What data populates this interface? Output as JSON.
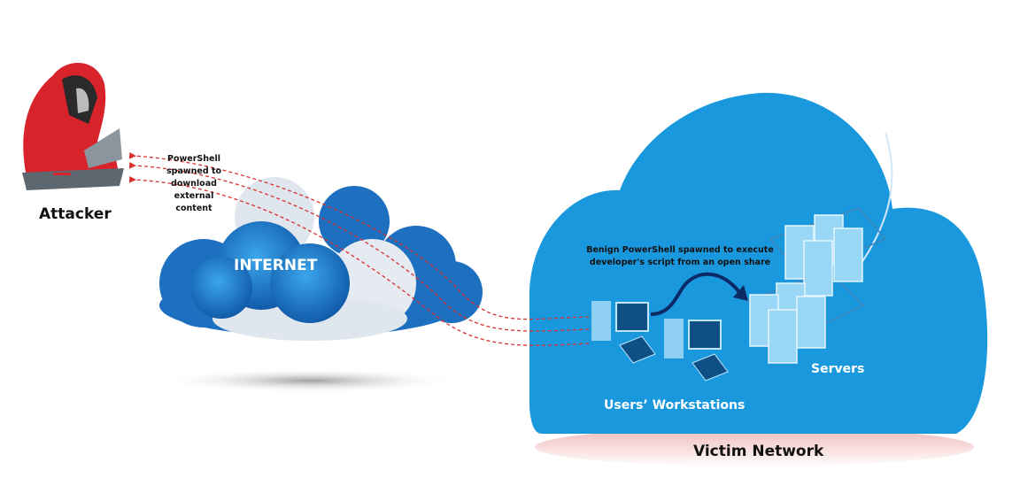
{
  "attacker": {
    "label": "Attacker",
    "icon": "hooded-hacker-icon"
  },
  "annotation_external": {
    "lines": [
      "PowerShell",
      "spawned to",
      "download",
      "external",
      "content"
    ]
  },
  "internet": {
    "label": "INTERNET"
  },
  "victim": {
    "label": "Victim Network",
    "annotation": [
      "Benign PowerShell spawned to execute",
      "developer's script from an open share"
    ],
    "workstations_label": "Users’ Workstations",
    "servers_label": "Servers"
  },
  "colors": {
    "victim_cloud": "#1a98de",
    "internet_cloud": "#1d6fc0",
    "dash": "#d93030",
    "arrow": "#0b2a66",
    "base": "#f3caca"
  }
}
